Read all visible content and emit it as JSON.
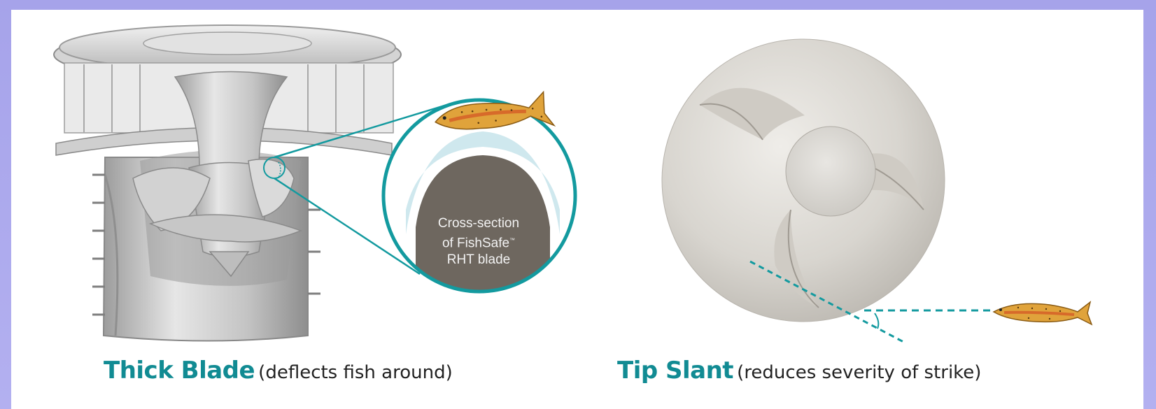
{
  "left_figure": {
    "inset_label": {
      "line1": "Cross-section",
      "line2": "of FishSafe",
      "trademark": "™",
      "line3": "RHT blade"
    },
    "caption": {
      "bold": "Thick Blade",
      "normal": "(deflects fish around)"
    }
  },
  "right_figure": {
    "caption": {
      "bold": "Tip Slant",
      "normal": "(reduces severity of strike)"
    }
  },
  "colors": {
    "accent_teal": "#139a9f",
    "caption_teal": "#118b93",
    "blade_section": "#6e675f",
    "frame": "#a9a6ec"
  }
}
